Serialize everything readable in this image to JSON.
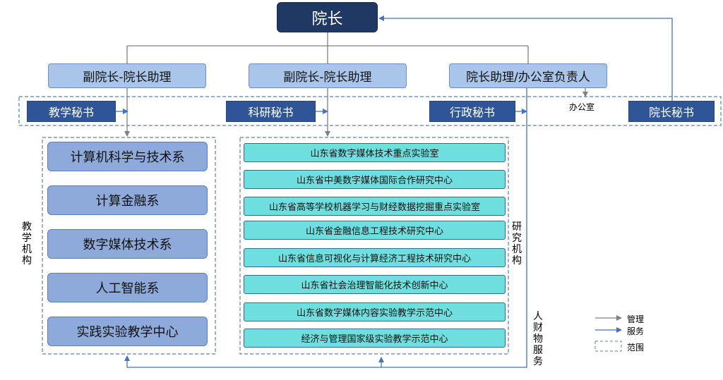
{
  "dean": "院长",
  "vice_deans": [
    "副院长-院长助理",
    "副院长-院长助理",
    "院长助理/办公室负责人"
  ],
  "secretaries": [
    "教学秘书",
    "科研秘书",
    "行政秘书",
    "院长秘书"
  ],
  "office_label": "办公室",
  "teaching_label": "教学机构",
  "research_label": "研究机构",
  "service_label": "人财物服务",
  "departments": [
    "计算机科学与技术系",
    "计算金融系",
    "数字媒体技术系",
    "人工智能系",
    "实践实验教学中心"
  ],
  "institutes": [
    "山东省数字媒体技术重点实验室",
    "山东省中美数字媒体国际合作研究中心",
    "山东省高等学校机器学习与财经数据挖掘重点实验室",
    "山东省金融信息工程技术研究中心",
    "山东省信息可视化与计算经济工程技术研究中心",
    "山东省社会治理智能化技术创新中心",
    "山东省数字媒体内容实验教学示范中心",
    "经济与管理国家级实验教学示范中心"
  ],
  "legend": {
    "manage": "管理",
    "serve": "服务",
    "scope": "范围"
  },
  "colors": {
    "manage_line": "#808080",
    "serve_line": "#4472c4",
    "scope_border": "#5b7fb8"
  }
}
